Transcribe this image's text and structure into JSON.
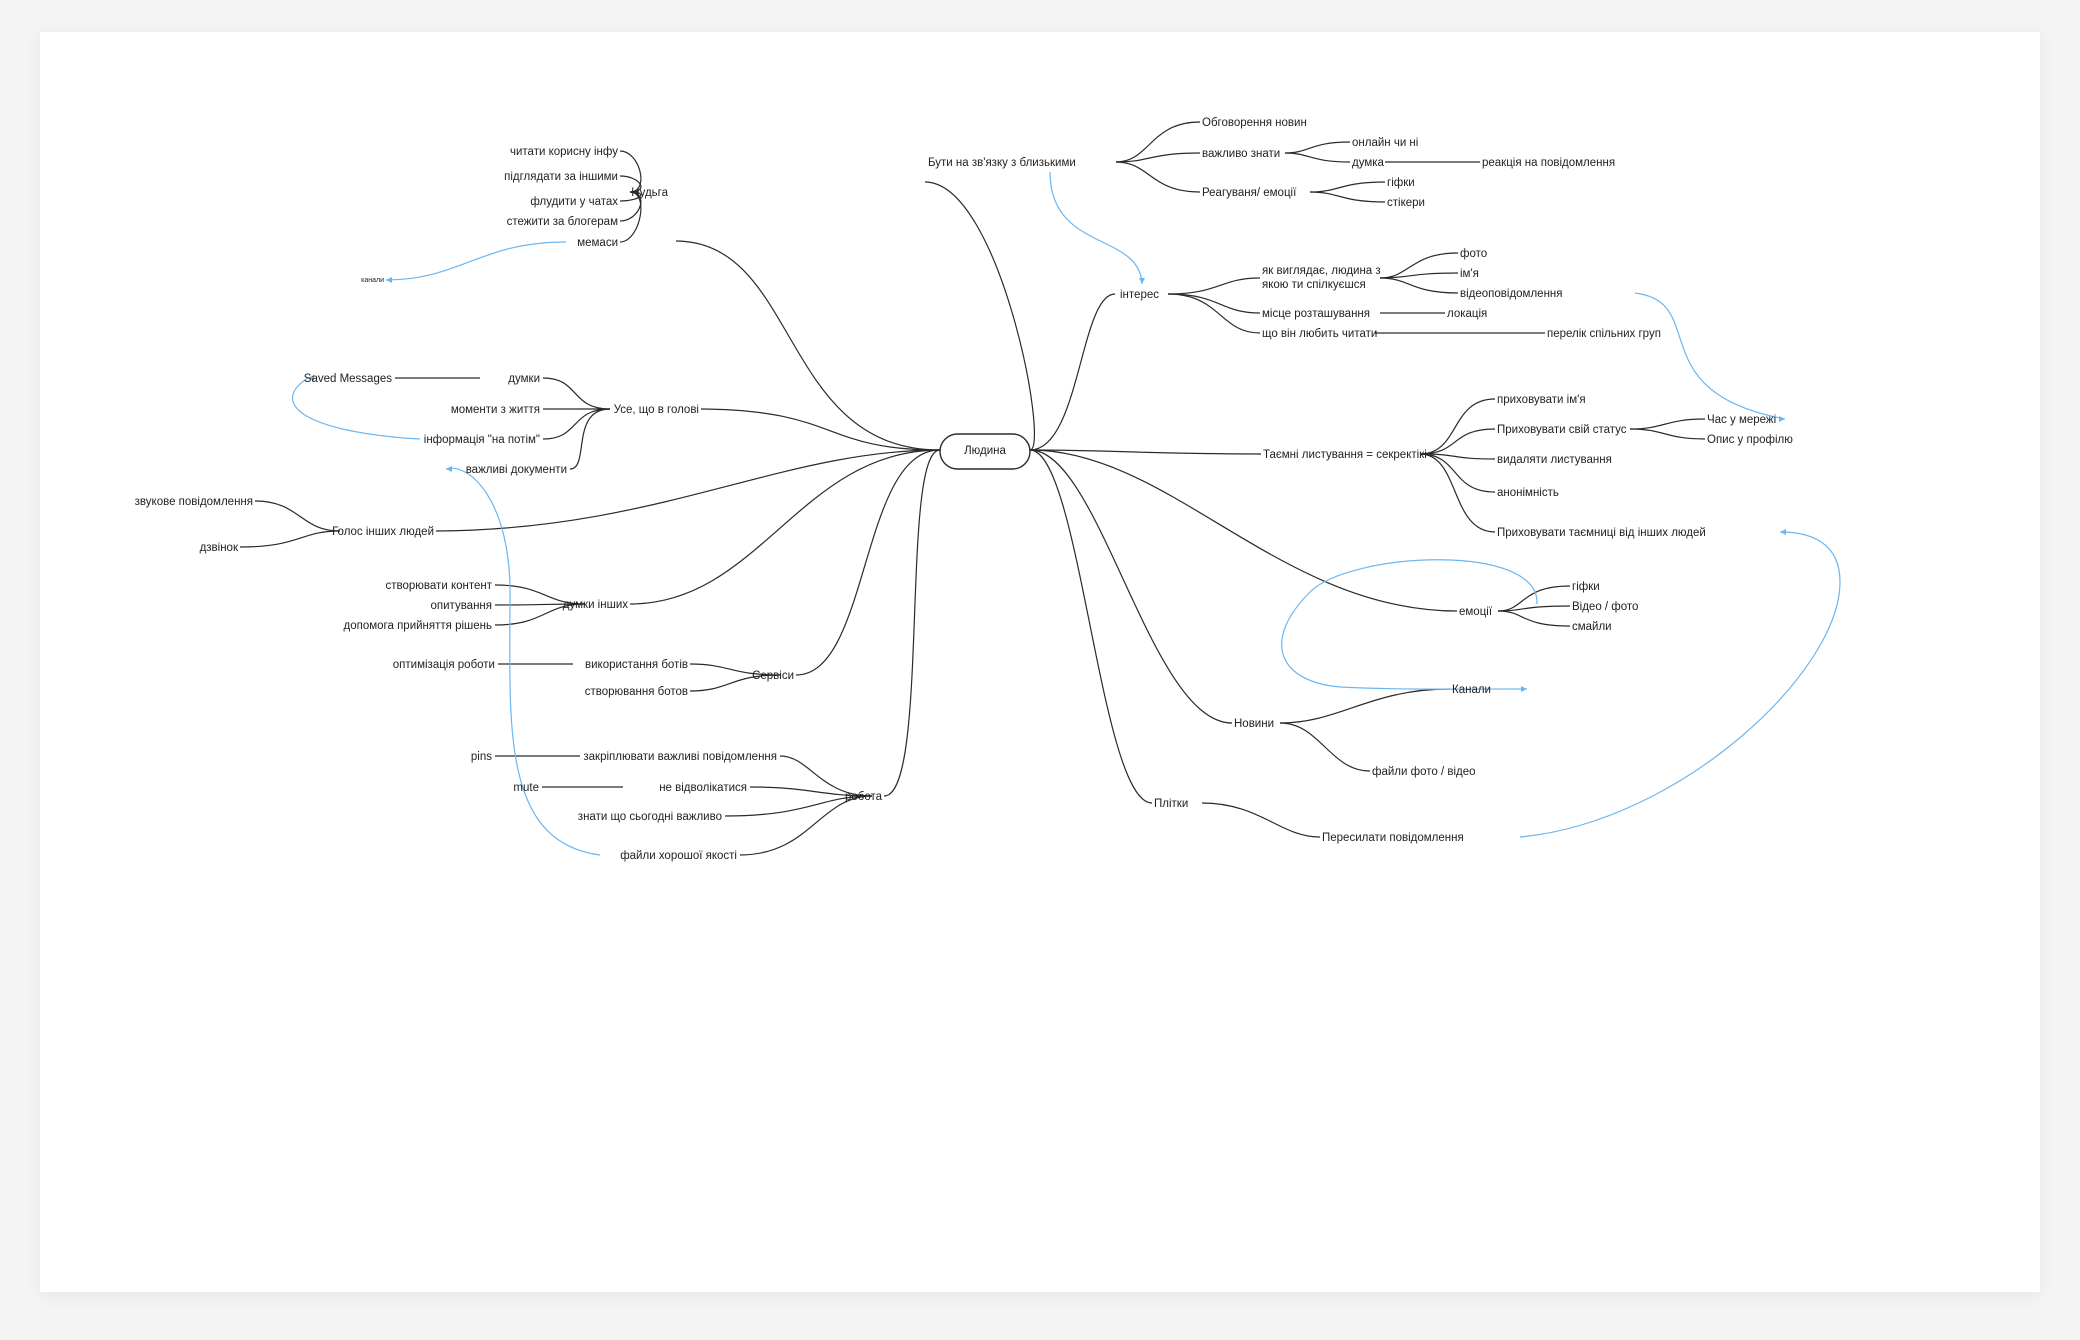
{
  "colors": {
    "edge": "#2a2a2a",
    "link": "#6cb6f0",
    "text": "#222222"
  },
  "root": {
    "label": "Людина"
  },
  "nodes": {
    "n_boring": "Нудьга",
    "n_read": "читати корисну інфу",
    "n_peek": "підглядати за іншими",
    "n_flood": "флудити у чатах",
    "n_blogs": "стежити за блогерам",
    "n_memes": "мемаси",
    "n_channels_small": "канали",
    "n_head": "Усе, що в голові",
    "n_thoughts": "думки",
    "n_saved": "Saved Messages",
    "n_moments": "моменти з життя",
    "n_later": "інформація \"на потім\"",
    "n_docs": "важливі документи",
    "n_voice": "Голос інших людей",
    "n_voicemsg": "звукове повідомлення",
    "n_call": "дзвінок",
    "n_opinions": "думки інших",
    "n_content": "створювати контент",
    "n_polls": "опитування",
    "n_decisions": "допомога прийняття рішень",
    "n_services": "Сервіси",
    "n_usebots": "використання ботів",
    "n_optimize": "оптимізація роботи",
    "n_makebots": "створювання ботов",
    "n_work": "робота",
    "n_pin": "закріплювати важливі повідомлення",
    "n_pins": "pins",
    "n_nodistract": "не відволікатися",
    "n_mute": "mute",
    "n_today": "знати що сьогодні важливо",
    "n_files": "файли хорошої якості",
    "n_contact": "Бути на зв'язку з близькими",
    "n_newsdisc": "Обговорення новин",
    "n_know": "важливо знати",
    "n_online": "онлайн чи ні",
    "n_thought": "думка",
    "n_reaction": "реакція на повідомлення",
    "n_react": "Реагуваня/ емоції",
    "n_gifs1": "гіфки",
    "n_stickers": "стікери",
    "n_interest": "інтерес",
    "n_looks": "як виглядає, людина з якою ти спілкуєшся",
    "n_photo": "фото",
    "n_name": "ім'я",
    "n_videomsg": "відеоповідомлення",
    "n_location": "місце розташування",
    "n_loc": "локація",
    "n_likes": "що він любить читати",
    "n_groups": "перелік спільних груп",
    "n_secret": "Таємні листування = секректікі",
    "n_hidename": "приховувати ім'я",
    "n_hidestatus": "Приховувати свій статус",
    "n_lastseen": "Час у мережі",
    "n_bio": "Опис у профілю",
    "n_delete": "видаляти листування",
    "n_anon": "анонімність",
    "n_hidesecrets": "Приховувати таємниці від інших людей",
    "n_emotions": "емоції",
    "n_gifs2": "гіфки",
    "n_videophoto": "Відео / фото",
    "n_smileys": "смайли",
    "n_channels": "Канали",
    "n_news": "Новини",
    "n_filesphoto": "файли фото / відео",
    "n_gossip": "Плітки",
    "n_forward": "Пересилати повідомлення"
  }
}
